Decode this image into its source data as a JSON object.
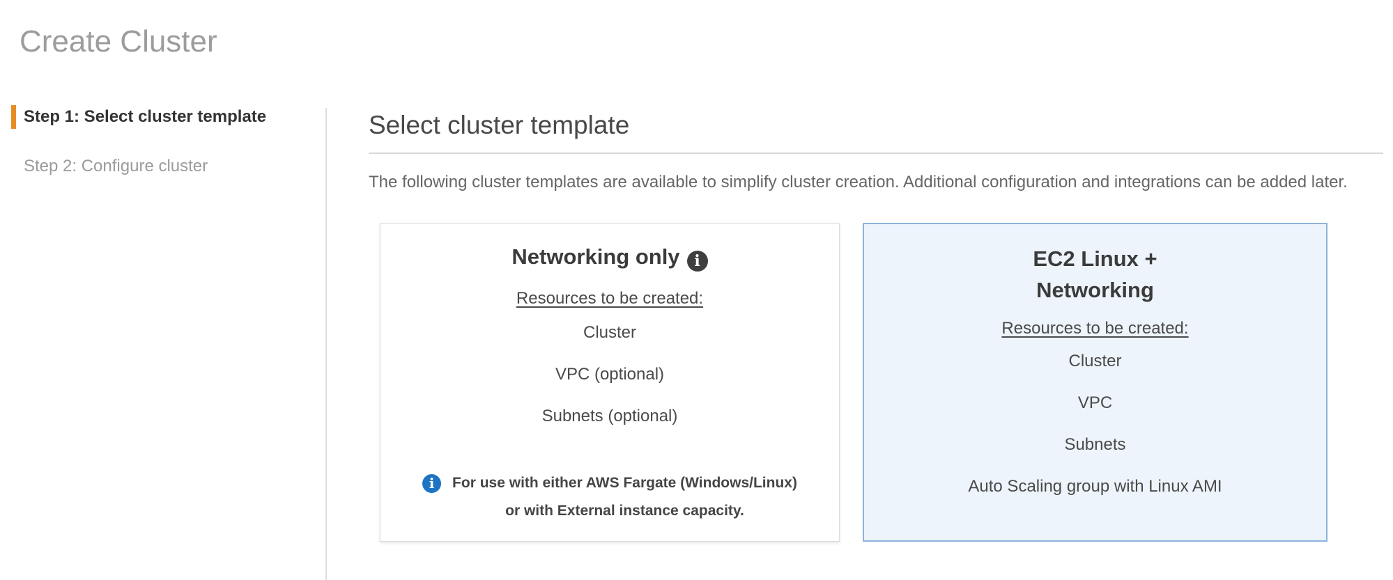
{
  "page_title": "Create Cluster",
  "sidebar": {
    "steps": [
      {
        "label": "Step 1: Select cluster template",
        "active": true
      },
      {
        "label": "Step 2: Configure cluster",
        "active": false
      }
    ]
  },
  "main": {
    "heading": "Select cluster template",
    "description": "The following cluster templates are available to simplify cluster creation. Additional configuration and integrations can be added later."
  },
  "cards": [
    {
      "title": "Networking only",
      "resources_label": "Resources to be created:",
      "items": [
        "Cluster",
        "VPC (optional)",
        "Subnets (optional)"
      ],
      "note_lines": [
        "For use with either AWS Fargate (Windows/Linux)",
        "or with External instance capacity."
      ],
      "selected": false
    },
    {
      "title_lines": [
        "EC2 Linux +",
        "Networking"
      ],
      "resources_label": "Resources to be created:",
      "items": [
        "Cluster",
        "VPC",
        "Subnets",
        "Auto Scaling group with Linux AMI"
      ],
      "selected": true
    }
  ],
  "icons": {
    "info_glyph": "i"
  },
  "colors": {
    "accent_orange": "#e78c24",
    "selected_card_bg": "#edf4fb",
    "selected_card_border": "#8cb3d9",
    "info_icon_blue": "#1d74c4",
    "info_icon_dark": "#3f3f3f",
    "title_gray": "#9c9c9c"
  }
}
